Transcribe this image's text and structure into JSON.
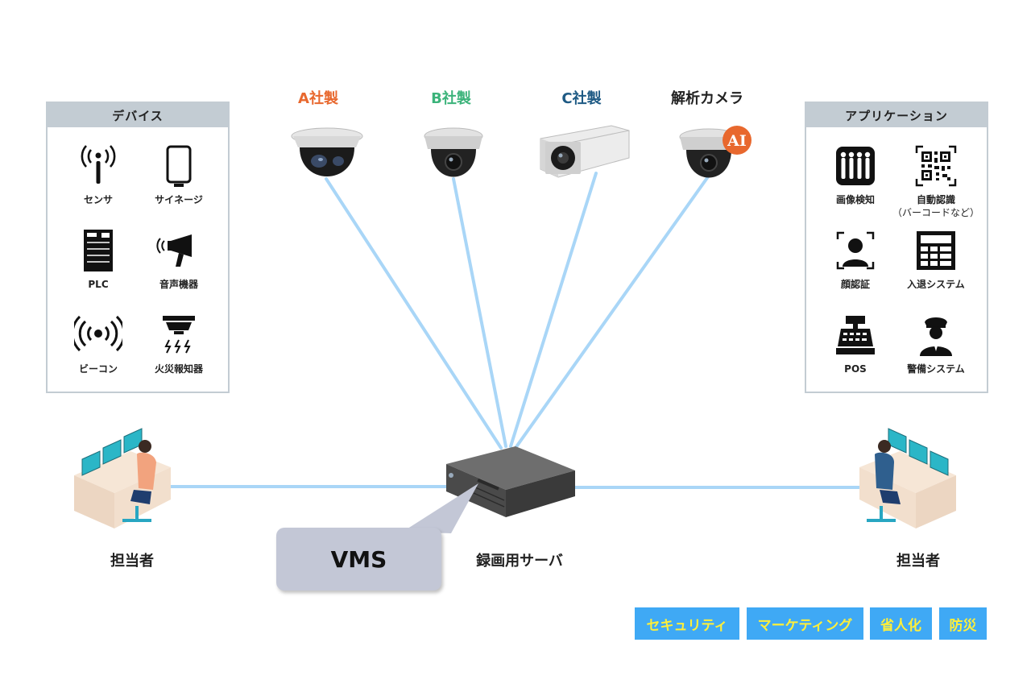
{
  "devices": {
    "title": "デバイス",
    "items": [
      {
        "label": "センサ",
        "icon": "sensor-icon"
      },
      {
        "label": "サイネージ",
        "icon": "signage-icon"
      },
      {
        "label": "PLC",
        "icon": "plc-icon"
      },
      {
        "label": "音声機器",
        "icon": "megaphone-icon"
      },
      {
        "label": "ビーコン",
        "icon": "beacon-icon"
      },
      {
        "label": "火災報知器",
        "icon": "fire-alarm-icon"
      }
    ]
  },
  "applications": {
    "title": "アプリケーション",
    "items": [
      {
        "label": "画像検知",
        "icon": "people-detection-icon"
      },
      {
        "label": "自動認識\n（バーコードなど）",
        "label1": "自動認識",
        "label2": "（バーコードなど）",
        "icon": "qr-code-icon"
      },
      {
        "label": "顔認証",
        "icon": "face-recognition-icon"
      },
      {
        "label": "入退システム",
        "icon": "access-panel-icon"
      },
      {
        "label": "POS",
        "icon": "cash-register-icon"
      },
      {
        "label": "警備システム",
        "icon": "security-guard-icon"
      }
    ]
  },
  "cameras": [
    {
      "label": "A社製",
      "color": "#e8682e",
      "icon": "dome-camera-icon"
    },
    {
      "label": "B社製",
      "color": "#3bb37a",
      "icon": "dome-camera-icon"
    },
    {
      "label": "C社製",
      "color": "#1e5a84",
      "icon": "box-camera-icon"
    },
    {
      "label": "解析カメラ",
      "color": "#222222",
      "icon": "ai-dome-camera-icon",
      "badge": "AI"
    }
  ],
  "server": {
    "label": "録画用サーバ",
    "callout": "VMS"
  },
  "operators": {
    "left": "担当者",
    "right": "担当者"
  },
  "tags": [
    "セキュリティ",
    "マーケティング",
    "省人化",
    "防災"
  ],
  "colors": {
    "link": "#9fd0f5",
    "panel": "#c3ccd3",
    "tag_bg": "#3fa9f5",
    "tag_text": "#ffef3a",
    "ai_badge": "#e8682e"
  }
}
